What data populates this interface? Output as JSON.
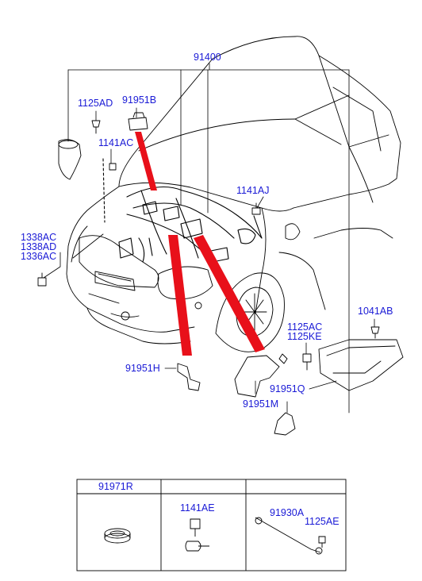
{
  "diagram": {
    "main_part": "91400",
    "callouts": {
      "p1125AD": "1125AD",
      "p91951B": "91951B",
      "p1141AC": "1141AC",
      "p1141AJ": "1141AJ",
      "p1338AC": "1338AC",
      "p1338AD": "1338AD",
      "p1336AC": "1336AC",
      "p1041AB": "1041AB",
      "p1125AC": "1125AC",
      "p1125KE": "1125KE",
      "p91951H": "91951H",
      "p91951Q": "91951Q",
      "p91951M": "91951M"
    },
    "colors": {
      "label": "#1a1ad6",
      "line": "#000000",
      "highlight": "#e8101a"
    }
  },
  "parts_table": {
    "headers": [
      "91971R",
      "",
      ""
    ],
    "cells": [
      {
        "labels": []
      },
      {
        "labels": [
          "1141AE"
        ]
      },
      {
        "labels": [
          "91930A",
          "1125AE"
        ]
      }
    ]
  }
}
